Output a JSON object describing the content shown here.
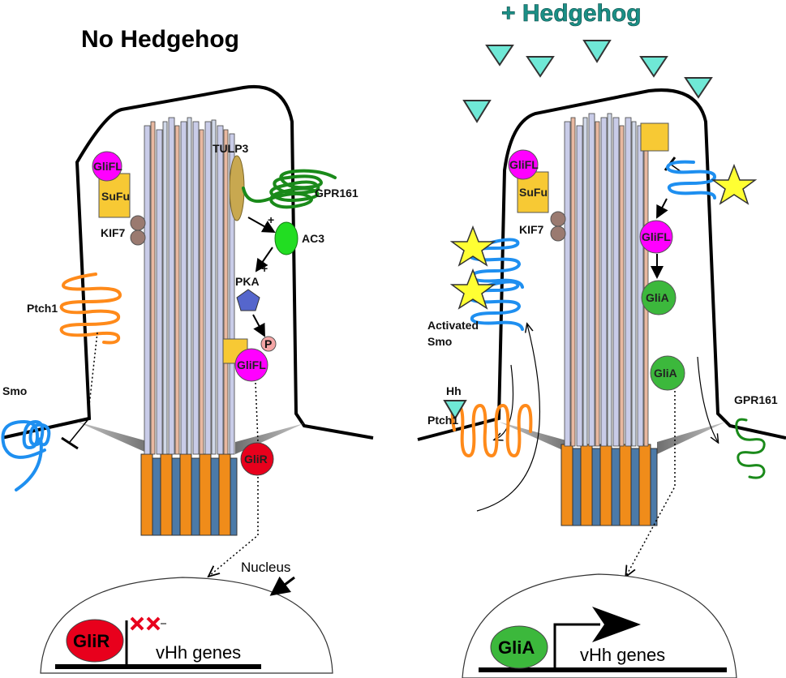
{
  "left_panel": {
    "title": "No Hedgehog",
    "labels": {
      "glifl_top": "GliFL",
      "sufu": "SuFu",
      "kif7": "KIF7",
      "tulp3": "TULP3",
      "gpr161": "GPR161",
      "ac3": "AC3",
      "plus1": "+",
      "plus2": "+",
      "pka": "PKA",
      "phospho": "P",
      "glifl_bottom": "GliFL",
      "ptch1": "Ptch1",
      "smo": "Smo",
      "glir": "GliR",
      "nucleus": "Nucleus",
      "glir_nucleus": "GliR",
      "genes": "vHh genes"
    }
  },
  "right_panel": {
    "title": "+ Hedgehog",
    "labels": {
      "glifl_top": "GliFL",
      "sufu": "SuFu",
      "kif7": "KIF7",
      "glifl_mid": "GliFL",
      "glia_1": "GliA",
      "glia_2": "GliA",
      "activated_smo_1": "Activated",
      "activated_smo_2": "Smo",
      "hh": "Hh",
      "ptch1": "Ptch1",
      "gpr161": "GPR161",
      "glia_nucleus": "GliA",
      "genes": "vHh genes"
    }
  },
  "colors": {
    "hh_ligand": "#6fe8d6",
    "glifl": "#ff00ff",
    "sufu": "#f7c934",
    "kif7": "#9a7a70",
    "ac3": "#22dd22",
    "gpr161": "#1a8a1a",
    "tulp3": "#c8a850",
    "pka": "#5566cc",
    "glir": "#e8001c",
    "glia": "#3cb83c",
    "smo": "#1e8ff0",
    "ptch1": "#ff8a1a",
    "phospho": "#f4a6a6"
  }
}
